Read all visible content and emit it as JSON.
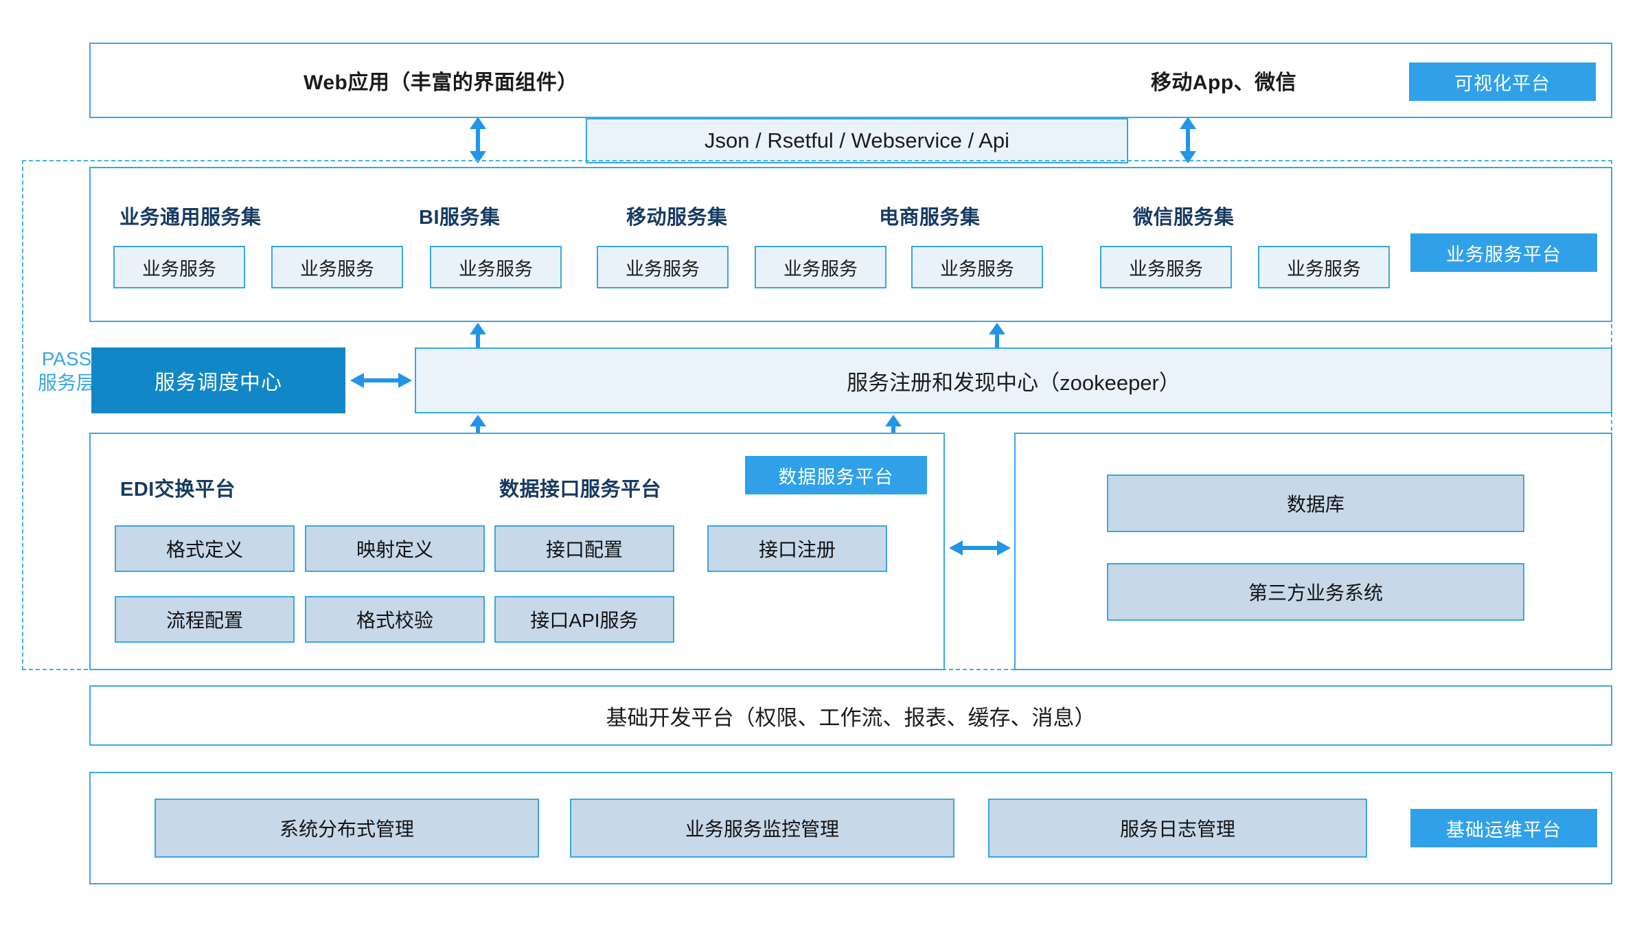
{
  "top_layer": {
    "web_app_label": "Web应用（丰富的界面组件）",
    "mobile_label": "移动App、微信",
    "badge": "可视化平台"
  },
  "protocol_bar": {
    "label": "Json  /  Rsetful  /  Webservice  /  Api"
  },
  "pass_layer": {
    "label_line1": "PASS",
    "label_line2": "服务层"
  },
  "service_platform": {
    "badge": "业务服务平台",
    "groups": [
      {
        "title": "业务通用服务集",
        "services": [
          "业务服务",
          "业务服务"
        ]
      },
      {
        "title": "BI服务集",
        "services": [
          "业务服务"
        ]
      },
      {
        "title": "移动服务集",
        "services": [
          "业务服务",
          "业务服务"
        ]
      },
      {
        "title": "电商服务集",
        "services": [
          "业务服务"
        ]
      },
      {
        "title": "微信服务集",
        "services": [
          "业务服务",
          "业务服务"
        ]
      }
    ]
  },
  "registry_row": {
    "scheduler": "服务调度中心",
    "registry": "服务注册和发现中心（zookeeper）"
  },
  "data_platform": {
    "badge": "数据服务平台",
    "edi": {
      "title": "EDI交换平台",
      "items": [
        "格式定义",
        "映射定义",
        "流程配置",
        "格式校验"
      ]
    },
    "api": {
      "title": "数据接口服务平台",
      "items": [
        "接口配置",
        "接口注册",
        "接口API服务"
      ]
    }
  },
  "data_sources": {
    "items": [
      "数据库",
      "第三方业务系统"
    ]
  },
  "base_dev": {
    "label": "基础开发平台（权限、工作流、报表、缓存、消息）"
  },
  "ops_platform": {
    "badge": "基础运维平台",
    "items": [
      "系统分布式管理",
      "业务服务监控管理",
      "服务日志管理"
    ]
  },
  "colors": {
    "accent": "#30a1e8",
    "accent_dark": "#1287c8",
    "border": "#3aa7e0",
    "title_navy": "#173b61",
    "cell_light": "#e9f1f9",
    "cell_steel": "#c7d8e9"
  }
}
